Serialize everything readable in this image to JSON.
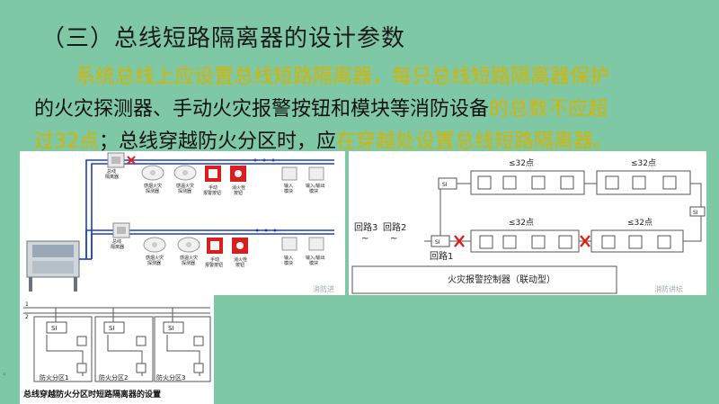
{
  "slide": {
    "title": "（三）总线短路隔离器的设计参数",
    "paragraph": {
      "seg1": "系统总线上应设置总线短路隔离器，每只总线短路隔离器保护",
      "seg2": "的火灾探测器、手动火灾报警按钮和模块等消防设备",
      "seg3": "的总数不应超",
      "seg4": "过32点",
      "seg5": "；总线穿越防火分区时，应",
      "seg6": "在穿越处设置总线短路隔离器。"
    }
  },
  "colors": {
    "background": "#7fc8a6",
    "highlight": "#d6b400",
    "bus_blue": "#1f3fbf",
    "alarm_red": "#e0201a"
  },
  "diagram1": {
    "row1": {
      "isolator": "总线\n隔离器",
      "smoke": "感烟火灾\n探测器",
      "heat": "感温火灾\n探测器",
      "manual": "手动\n报警按钮",
      "hydrant": "消火栓\n按钮",
      "input": "输入\n模块",
      "io": "输入/输出\n模块"
    },
    "row2": {
      "isolator": "总线\n隔离器",
      "smoke": "感烟火灾\n探测器",
      "heat": "感温火灾\n探测器",
      "manual": "手动\n报警按钮",
      "hydrant": "消火栓\n按钮",
      "input": "输入\n模块",
      "io": "输入/输出\n模块"
    },
    "watermark": "消防进"
  },
  "diagram2": {
    "loop3": "回路3",
    "loop2": "回路2",
    "loop1": "回路1",
    "max1": "≤32点",
    "max2": "≤32点",
    "max3": "≤32点",
    "max4": "≤32点",
    "si": "SI",
    "controller": "火灾报警控制器（联动型）",
    "watermark": "消防讲坛"
  },
  "diagram3": {
    "zone1": "防火分区1",
    "zone2": "防火分区2",
    "zone3": "防火分区3",
    "si": "SI",
    "wire1": "1",
    "wire2": "2",
    "caption": "总线穿越防火分区时短路隔离器的设置"
  }
}
